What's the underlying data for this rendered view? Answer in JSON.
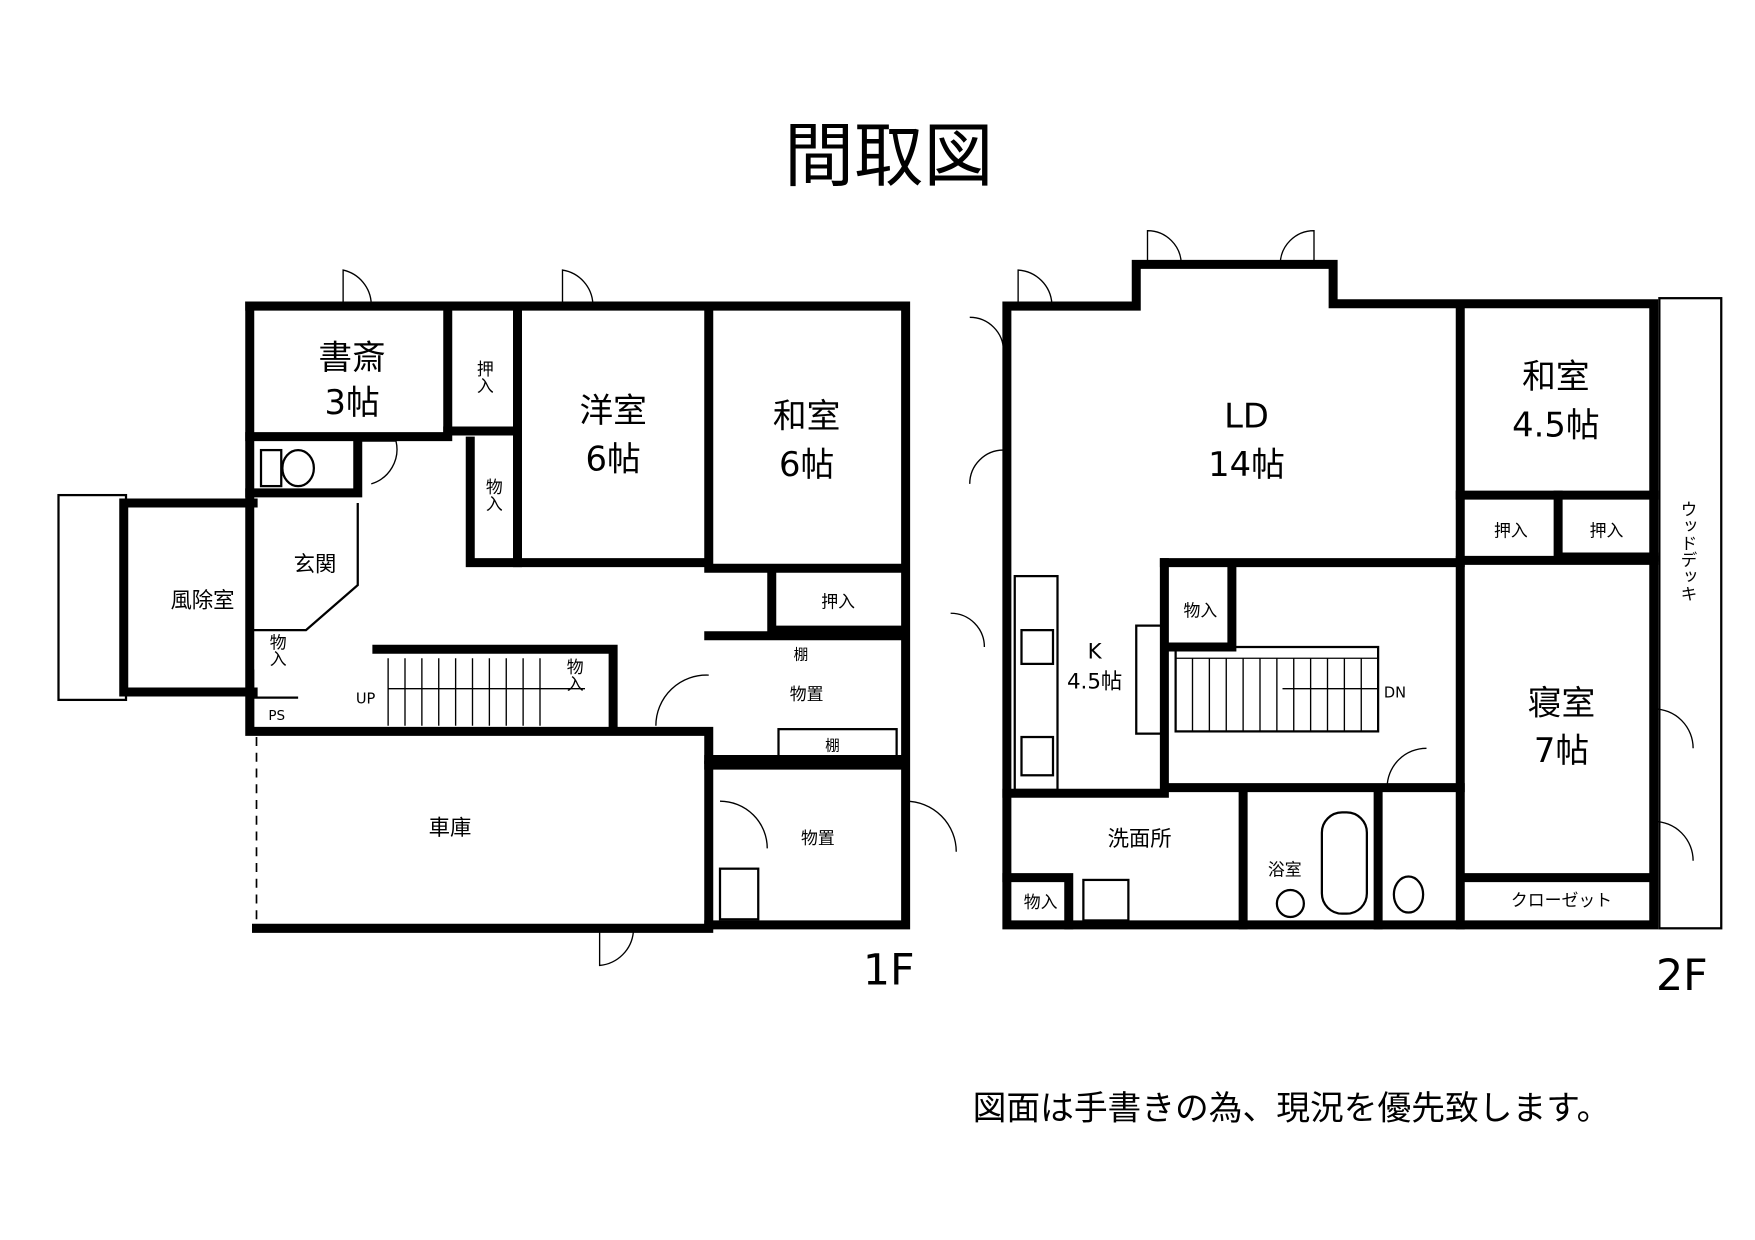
{
  "title": "間取図",
  "note": "図面は手書きの為、現況を優先致します。",
  "floor1": {
    "label": "1F",
    "rooms": {
      "shosai": "書斎",
      "shosai_size": "3帖",
      "oshiire1": "押入",
      "yoshitsu": "洋室",
      "yoshitsu_size": "6帖",
      "washitsu": "和室",
      "washitsu_size": "6帖",
      "monoire1": "物入",
      "genkan": "玄関",
      "fujoshitsu": "風除室",
      "oshiire2": "押入",
      "monoire2": "物入",
      "ps": "PS",
      "up": "UP",
      "monoire3": "物入",
      "tana1": "棚",
      "monooki1": "物置",
      "tana2": "棚",
      "shako": "車庫",
      "monooki2": "物置"
    }
  },
  "floor2": {
    "label": "2F",
    "rooms": {
      "ld": "LD",
      "ld_size": "14帖",
      "washitsu": "和室",
      "washitsu_size": "4.5帖",
      "oshiire1": "押入",
      "oshiire2": "押入",
      "wooddeck": "ウッドデッキ",
      "k": "K",
      "k_size": "4.5帖",
      "monoire1": "物入",
      "dn": "DN",
      "shinshitsu": "寝室",
      "shinshitsu_size": "7帖",
      "senmenjo": "洗面所",
      "monoire2": "物入",
      "yokushitsu": "浴室",
      "closet": "クローゼット"
    }
  }
}
